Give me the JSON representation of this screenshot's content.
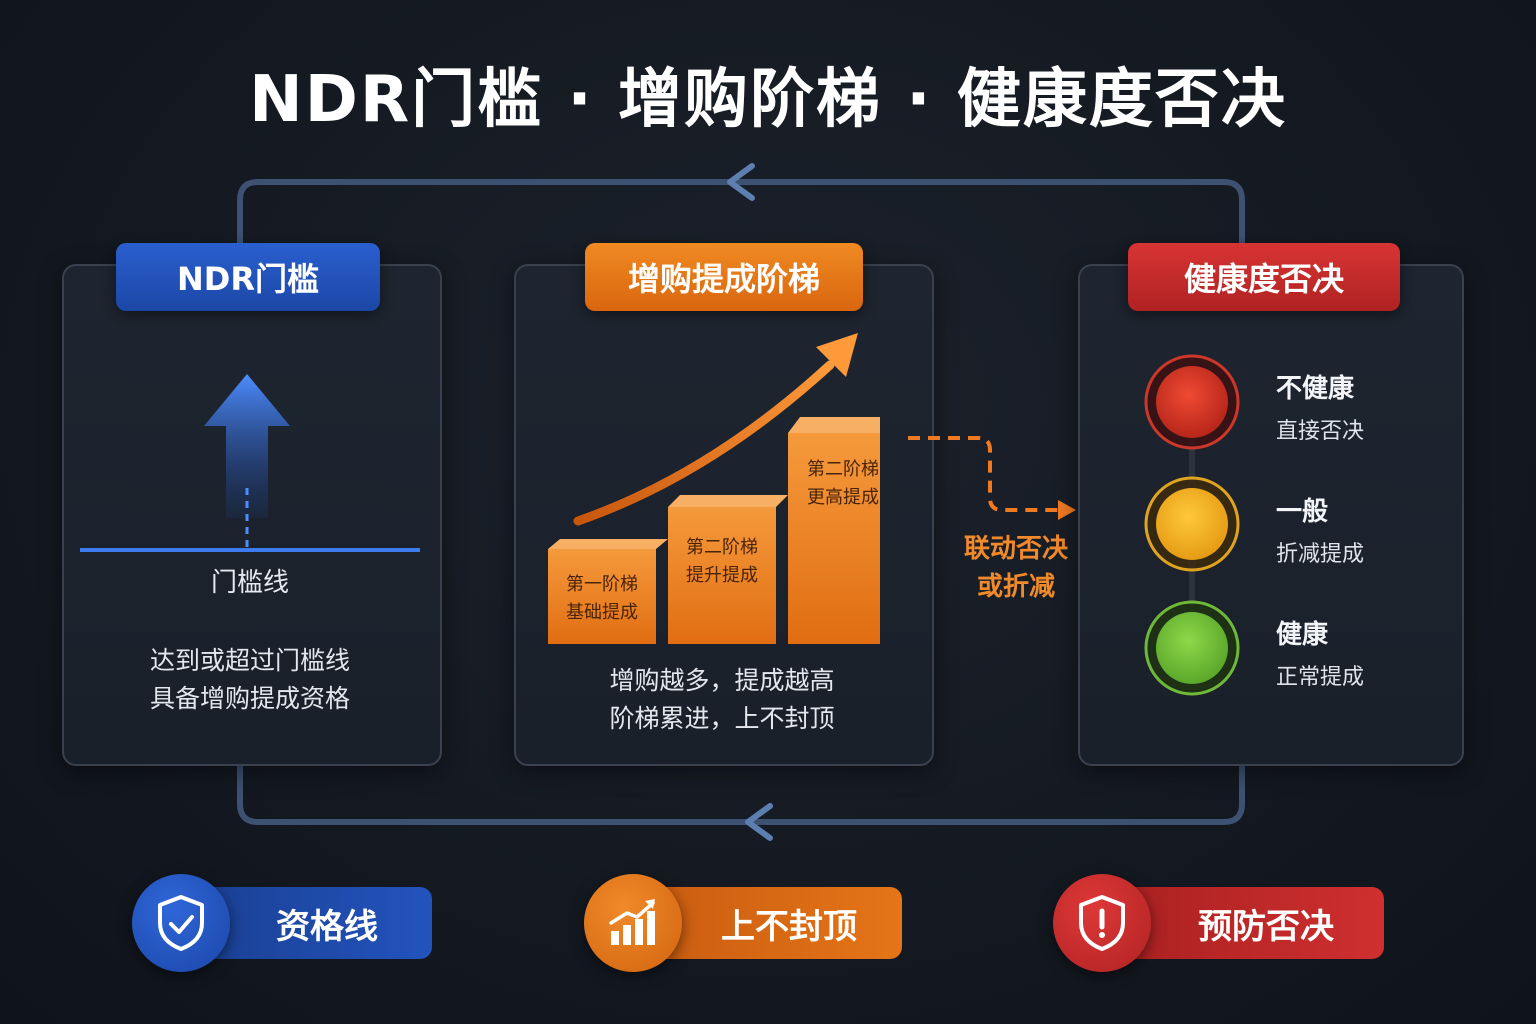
{
  "title": "NDR门槛 · 增购阶梯 · 健康度否决",
  "panels": {
    "threshold": {
      "header": "NDR门槛",
      "line_label": "门槛线",
      "desc": [
        "达到或超过门槛线",
        "具备增购提成资格"
      ]
    },
    "ladder": {
      "header": "增购提成阶梯",
      "steps": [
        {
          "line1": "第一阶梯",
          "line2": "基础提成"
        },
        {
          "line1": "第二阶梯",
          "line2": "提升提成"
        },
        {
          "line1": "第二阶梯",
          "line2": "更高提成"
        }
      ],
      "desc": [
        "增购越多，提成越高",
        "阶梯累进，上不封顶"
      ],
      "link_label": [
        "联动否决",
        "或折减"
      ]
    },
    "health": {
      "header": "健康度否决",
      "lights": [
        {
          "title": "不健康",
          "sub": "直接否决",
          "color": "#e03a2a"
        },
        {
          "title": "一般",
          "sub": "折减提成",
          "color": "#f5b21f"
        },
        {
          "title": "健康",
          "sub": "正常提成",
          "color": "#79c93a"
        }
      ]
    }
  },
  "badges": [
    {
      "label": "资格线",
      "icon": "shield-check-icon",
      "color": "#1e4fb4"
    },
    {
      "label": "上不封顶",
      "icon": "bar-chart-growth-icon",
      "color": "#e06a12"
    },
    {
      "label": "预防否决",
      "icon": "shield-alert-icon",
      "color": "#c42a2a"
    }
  ],
  "colors": {
    "blue": "#1e4fb4",
    "orange": "#e37315",
    "red": "#c62b2b",
    "loop_line": "#3d5272"
  }
}
